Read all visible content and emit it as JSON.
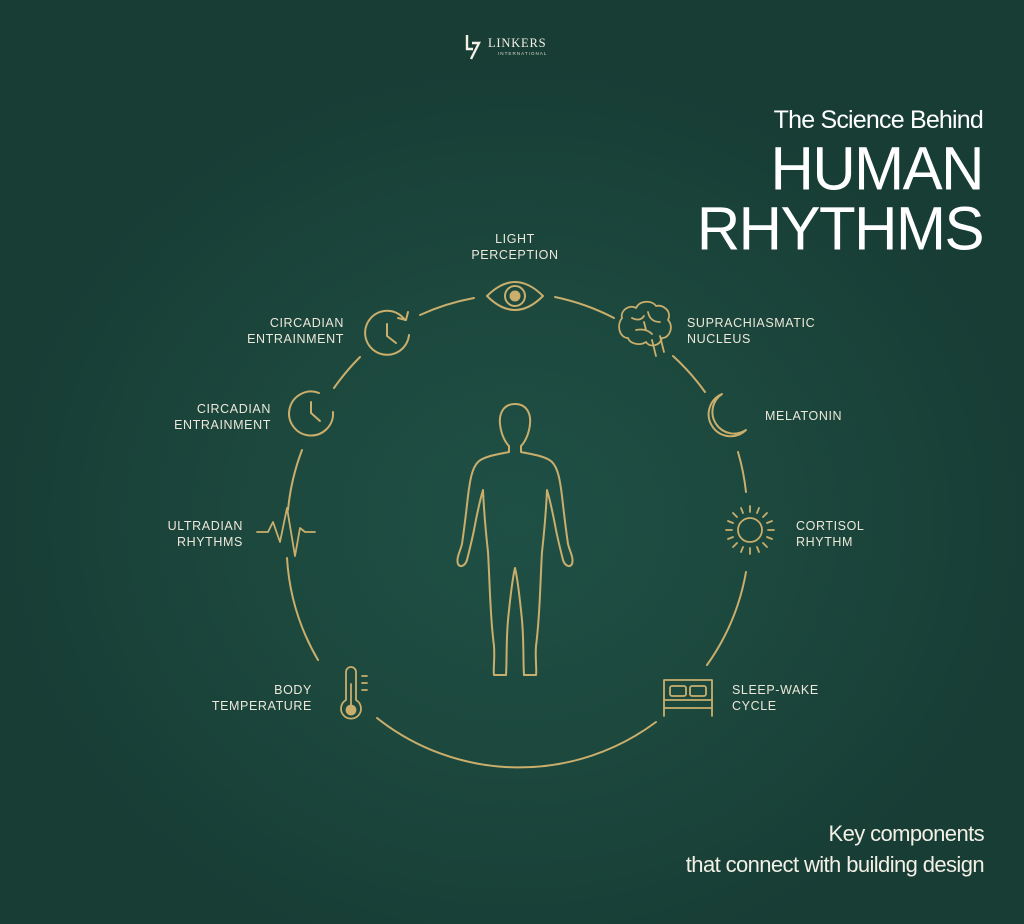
{
  "brand": {
    "name": "LINKERS",
    "subtitle": "INTERNATIONAL"
  },
  "title": {
    "top": "The Science Behind",
    "line1": "HUMAN",
    "line2": "RHYTHMS"
  },
  "footer": {
    "line1": "Key components",
    "line2": "that connect with building design"
  },
  "diagram": {
    "center": "human-figure-icon",
    "nodes": [
      {
        "id": "light",
        "lines": [
          "LIGHT",
          "PERCEPTION"
        ],
        "icon": "eye-icon"
      },
      {
        "id": "scn",
        "lines": [
          "SUPRACHIASMATIC",
          "NUCLEUS"
        ],
        "icon": "brain-icon"
      },
      {
        "id": "melatonin",
        "lines": [
          "MELATONIN"
        ],
        "icon": "moon-icon"
      },
      {
        "id": "cortisol",
        "lines": [
          "CORTISOL",
          "RHYTHM"
        ],
        "icon": "sun-icon"
      },
      {
        "id": "sleep",
        "lines": [
          "SLEEP-WAKE",
          "CYCLE"
        ],
        "icon": "bed-icon"
      },
      {
        "id": "body-temp",
        "lines": [
          "BODY",
          "TEMPERATURE"
        ],
        "icon": "thermometer-icon"
      },
      {
        "id": "ultradian",
        "lines": [
          "ULTRADIAN",
          "RHYTHMS"
        ],
        "icon": "heartbeat-icon"
      },
      {
        "id": "circadian-2",
        "lines": [
          "CIRCADIAN",
          "ENTRAINMENT"
        ],
        "icon": "clock-icon"
      },
      {
        "id": "circadian-1",
        "lines": [
          "CIRCADIAN",
          "ENTRAINMENT"
        ],
        "icon": "clock-refresh-icon"
      }
    ]
  },
  "colors": {
    "background": "#1d4a40",
    "accent": "#c9ae6c",
    "text": "#f3f0e6"
  }
}
